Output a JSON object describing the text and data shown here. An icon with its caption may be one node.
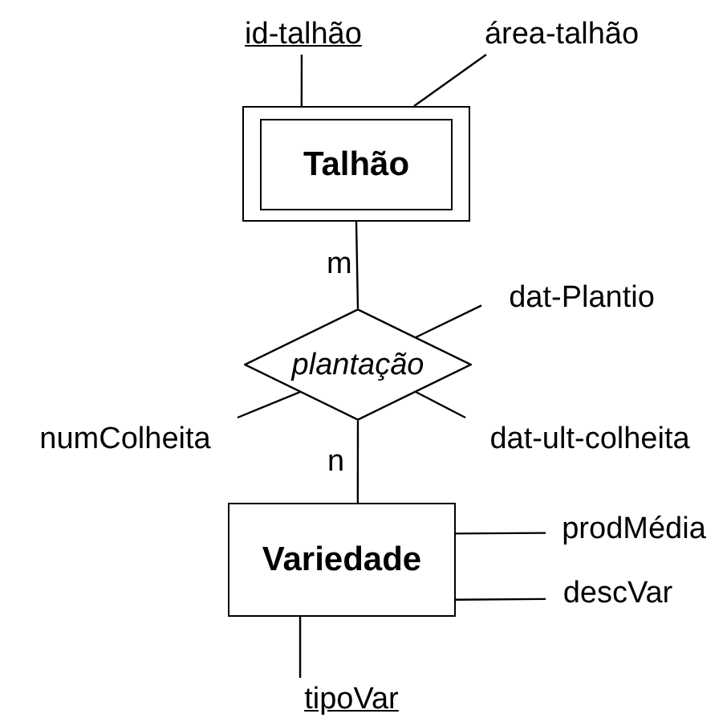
{
  "diagram": {
    "nodes": [
      {
        "text": [
          "id-talhão"
        ]
      },
      {
        "text": [
          "área-talhão"
        ]
      },
      {
        "text": [
          "Talhão"
        ]
      },
      {
        "text": [
          "plantação"
        ]
      },
      {
        "text": [
          "dat-Plantio"
        ]
      },
      {
        "text": [
          "numColheita"
        ]
      },
      {
        "text": [
          "dat-ult-colheita"
        ]
      },
      {
        "text": [
          "Variedade"
        ]
      },
      {
        "text": [
          "prodMédia"
        ]
      },
      {
        "text": [
          "descVar"
        ]
      },
      {
        "text": [
          "tipoVar"
        ]
      }
    ],
    "edges": [
      {
        "from": 0,
        "to": 2,
        "arrow": "none"
      },
      {
        "from": 1,
        "to": 2,
        "arrow": "none"
      },
      {
        "from": 2,
        "to": 3,
        "arrow": "none",
        "label": "m"
      },
      {
        "from": 3,
        "to": 7,
        "arrow": "none",
        "label": "n"
      },
      {
        "from": 3,
        "to": 4,
        "arrow": "none"
      },
      {
        "from": 5,
        "to": 3,
        "arrow": "none"
      },
      {
        "from": 6,
        "to": 3,
        "arrow": "none"
      },
      {
        "from": 7,
        "to": 8,
        "arrow": "none"
      },
      {
        "from": 7,
        "to": 9,
        "arrow": "none"
      },
      {
        "from": 7,
        "to": 10,
        "arrow": "none"
      }
    ]
  }
}
